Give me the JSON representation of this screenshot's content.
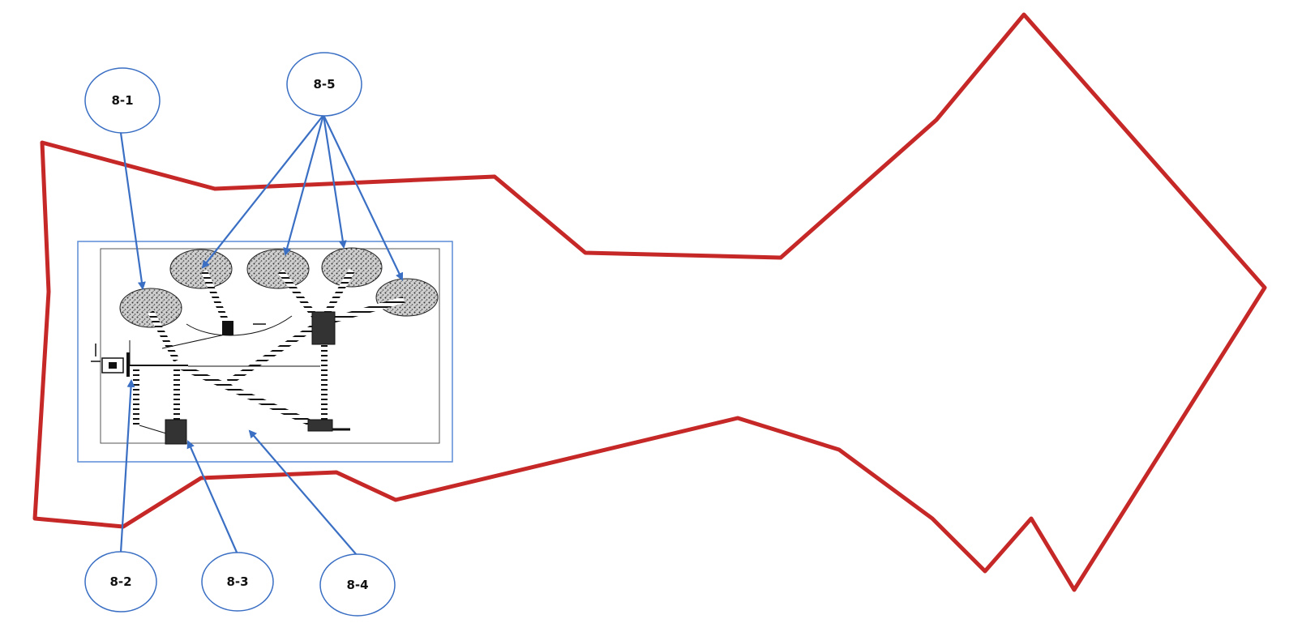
{
  "diagram": {
    "callouts": [
      {
        "id": "c1",
        "label": "8-1"
      },
      {
        "id": "c2",
        "label": "8-2"
      },
      {
        "id": "c3",
        "label": "8-3"
      },
      {
        "id": "c4",
        "label": "8-4"
      },
      {
        "id": "c5",
        "label": "8-5"
      }
    ],
    "colors": {
      "boundary": "#c62828",
      "callout": "#3a6fc4",
      "inset_frame": "#5b8bd6",
      "plan_ink": "#111111",
      "stockpile_fill": "#9a9a9a"
    }
  }
}
